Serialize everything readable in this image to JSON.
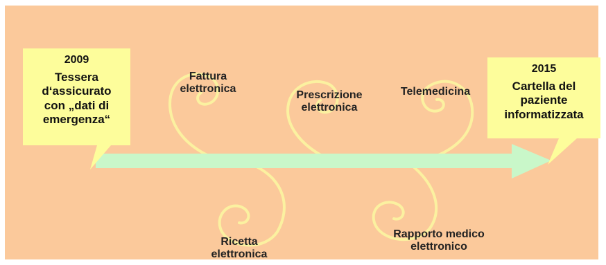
{
  "start": {
    "year": "2009",
    "lines": [
      "Tessera",
      "d‘assicurato",
      "con „dati di",
      "emergenza“"
    ]
  },
  "end": {
    "year": "2015",
    "lines": [
      "Cartella del",
      "paziente",
      "informatizzata"
    ]
  },
  "milestones_top": [
    {
      "lines": [
        "Fattura",
        "elettronica"
      ]
    },
    {
      "lines": [
        "Prescrizione",
        "elettronica"
      ]
    },
    {
      "lines": [
        "Telemedicina"
      ]
    }
  ],
  "milestones_bottom": [
    {
      "lines": [
        "Ricetta",
        "elettronica"
      ]
    },
    {
      "lines": [
        "Rapporto medico",
        "elettronico"
      ]
    }
  ],
  "colors": {
    "background": "#fbc99b",
    "callout": "#fdfd9b",
    "arrow": "#c9f7c9",
    "spiral": "#fbf1a0"
  }
}
